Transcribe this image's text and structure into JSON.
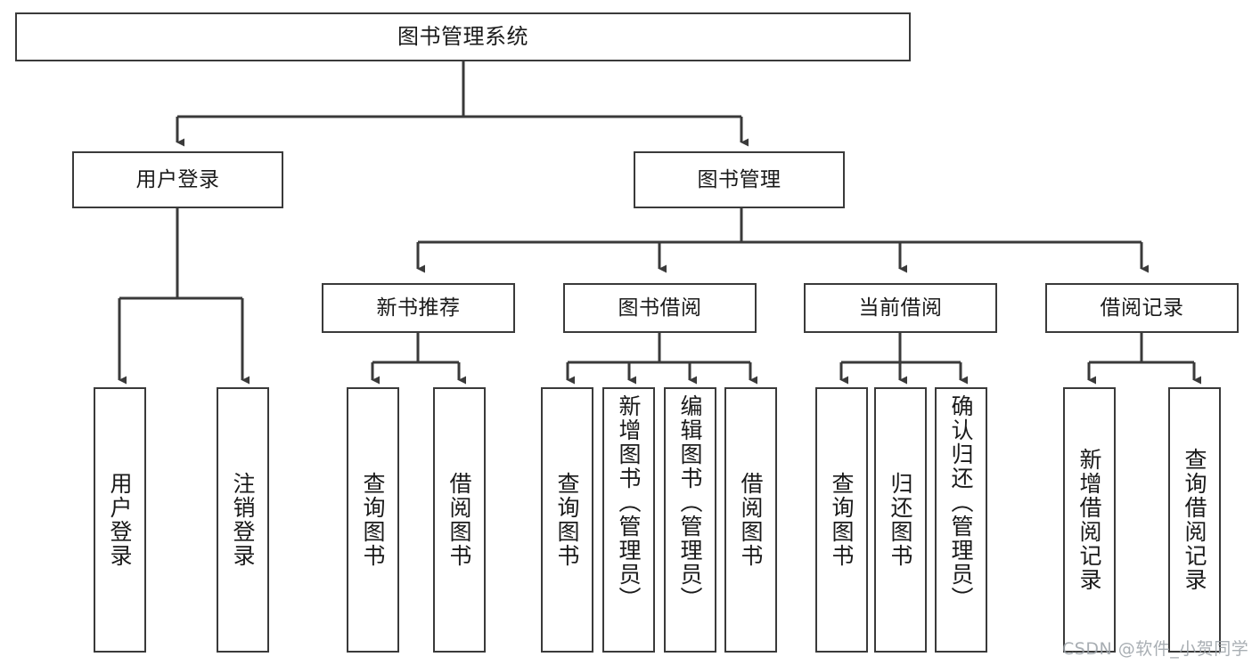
{
  "diagram": {
    "type": "tree",
    "title": "图书管理系统",
    "orientation": "top-down",
    "style": {
      "box_fill": "#ffffff",
      "box_stroke": "#3a3a3a",
      "edge_stroke": "#3a3a3a",
      "text_color": "#1a1a1a",
      "background": "#ffffff"
    },
    "nodes": {
      "root": {
        "label": "图书管理系统"
      },
      "level2": [
        {
          "label": "用户登录"
        },
        {
          "label": "图书管理"
        }
      ],
      "level3": [
        {
          "label": "新书推荐"
        },
        {
          "label": "图书借阅"
        },
        {
          "label": "当前借阅"
        },
        {
          "label": "借阅记录"
        }
      ],
      "leaves_user_login": [
        {
          "label": "用户登录"
        },
        {
          "label": "注销登录"
        }
      ],
      "leaves_new_book": [
        {
          "label": "查询图书"
        },
        {
          "label": "借阅图书"
        }
      ],
      "leaves_borrow": [
        {
          "label": "查询图书"
        },
        {
          "label": "新增图书（管理员）"
        },
        {
          "label": "编辑图书（管理员）"
        },
        {
          "label": "借阅图书"
        }
      ],
      "leaves_current": [
        {
          "label": "查询图书"
        },
        {
          "label": "归还图书"
        },
        {
          "label": "确认归还（管理员）"
        }
      ],
      "leaves_record": [
        {
          "label": "新增借阅记录"
        },
        {
          "label": "查询借阅记录"
        }
      ]
    }
  },
  "watermark": {
    "text": "CSDN @软件_小贺同学"
  }
}
